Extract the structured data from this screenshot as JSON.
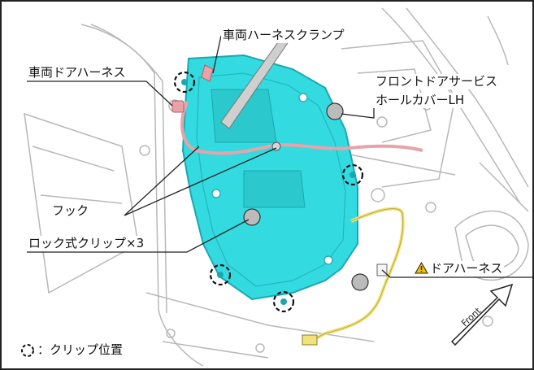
{
  "labels": {
    "vehicle_harness_clamp": "車両ハーネスクランプ",
    "vehicle_door_harness": "車両ドアハーネス",
    "service_hole_cover_line1": "フロントドアサービス",
    "service_hole_cover_line2": "ホールカバーLH",
    "hook": "フック",
    "lock_clip": "ロック式クリップ×3",
    "door_harness": "ドアハーネス",
    "clip_position_legend": "：クリップ位置",
    "front_arrow": "Front"
  },
  "colors": {
    "cover_fill": "#33dbe0",
    "cover_edge": "#1aa8b0",
    "harness_pink": "#e8a2a8",
    "door_harness_yellow": "#f2e27a",
    "warning_yellow": "#f2c200",
    "line": "#222222",
    "door_panel_stroke": "#b8b8b8"
  },
  "icons": [
    "warning-icon",
    "clip-position-marker",
    "front-arrow-icon"
  ]
}
